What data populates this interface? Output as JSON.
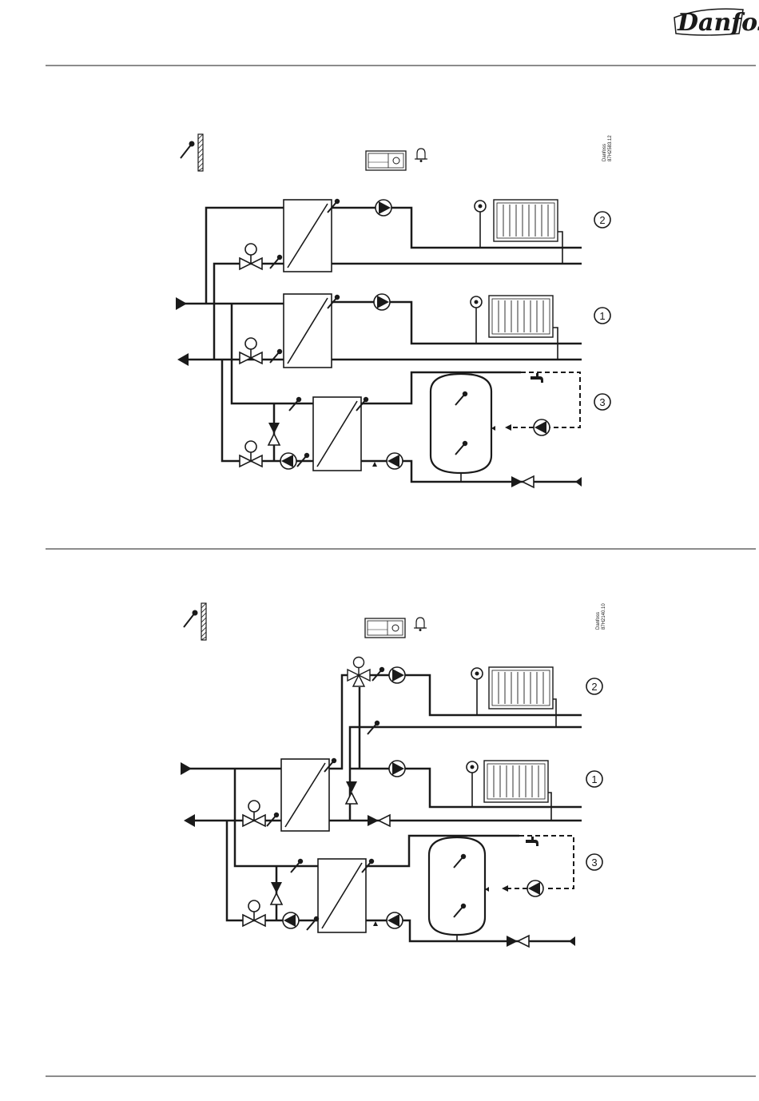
{
  "brand": {
    "logo_text": "Danfoss"
  },
  "diagrams": [
    {
      "drawing_id": [
        "Danfoss",
        "87H2583.12"
      ],
      "circuit_labels": [
        "2",
        "1",
        "3"
      ]
    },
    {
      "drawing_id": [
        "Danfoss",
        "87H2140.10"
      ],
      "circuit_labels": [
        "2",
        "1",
        "3"
      ]
    }
  ],
  "icons": [
    "outdoor-sensor-icon",
    "controller-icon",
    "alarm-bell-icon",
    "pump-icon",
    "motorized-valve-icon",
    "heat-exchanger-icon",
    "radiator-icon",
    "hot-water-tank-icon",
    "tap-icon",
    "check-valve-icon"
  ]
}
